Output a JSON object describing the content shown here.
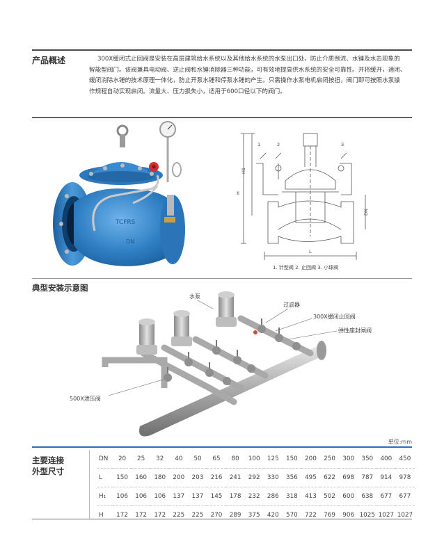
{
  "overview": {
    "title": "产品概述",
    "lines": [
      "300X缓闭式止回阀是安装在高层建筑给水系统以及其他给水系统的水泵出口处，防止介质倒流、水锤及水击现象的",
      "智能型阀门。该阀兼具电动阀、逆止阀和水锤消除器三种功能，可有效地提高供水系统的安全可靠性。并将缓开，速闭、",
      "缓闭消除水锤的技术原理一体化，防止开泵水锤和停泵水锤的产生。只需操作水泵电机启闭按扭，阀门即可按照水泵操",
      "作规程自动实现启闭。流量大、压力损失小，适用于600口径以下的阀门。"
    ]
  },
  "product_image": {
    "brand_mark": "TCFRS",
    "body_mark": "DN"
  },
  "drawing": {
    "dim_labels": [
      "H1",
      "H",
      "DN",
      "L"
    ],
    "part_numbers": [
      "1",
      "2",
      "3"
    ],
    "caption": "1. 针型阀 2. 止回阀 3. 小球阀"
  },
  "install": {
    "title": "典型安装示意图",
    "labels": {
      "pump": "水泵",
      "filter": "过滤器",
      "check_valve": "300X缓闭止回阀",
      "gate_valve": "弹性座封闸阀",
      "relief_valve": "500X泄压阀"
    }
  },
  "specs": {
    "title_line1": "主要连接",
    "title_line2": "外型尺寸",
    "unit": "单位:mm",
    "rows": [
      {
        "label": "DN",
        "values": [
          "20",
          "25",
          "32",
          "40",
          "50",
          "65",
          "80",
          "100",
          "125",
          "150",
          "200",
          "250",
          "300",
          "350",
          "400",
          "450"
        ]
      },
      {
        "label": "L",
        "values": [
          "150",
          "160",
          "180",
          "200",
          "203",
          "216",
          "241",
          "292",
          "330",
          "356",
          "495",
          "622",
          "698",
          "787",
          "914",
          "978"
        ]
      },
      {
        "label": "H₁",
        "values": [
          "106",
          "106",
          "106",
          "137",
          "137",
          "145",
          "178",
          "232",
          "286",
          "318",
          "413",
          "502",
          "600",
          "638",
          "677",
          "677"
        ]
      },
      {
        "label": "H",
        "values": [
          "172",
          "172",
          "172",
          "225",
          "225",
          "270",
          "289",
          "375",
          "420",
          "570",
          "722",
          "769",
          "906",
          "1025",
          "1027",
          "1027"
        ]
      }
    ]
  },
  "colors": {
    "valve_blue": "#3a86c8",
    "accent_rule": "#2f6fb0",
    "pipe_grey": "#b9b9b9"
  }
}
